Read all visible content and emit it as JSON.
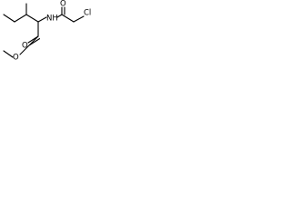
{
  "atoms": {
    "chlorine": "Cl",
    "carbonyl_oxygen_top": "O",
    "amide_nitrogen": "NH",
    "ester_carbonyl_oxygen": "O",
    "ester_oxygen": "O"
  },
  "colors": {
    "background": "#ffffff",
    "bond": "#000000",
    "label": "#000000"
  }
}
